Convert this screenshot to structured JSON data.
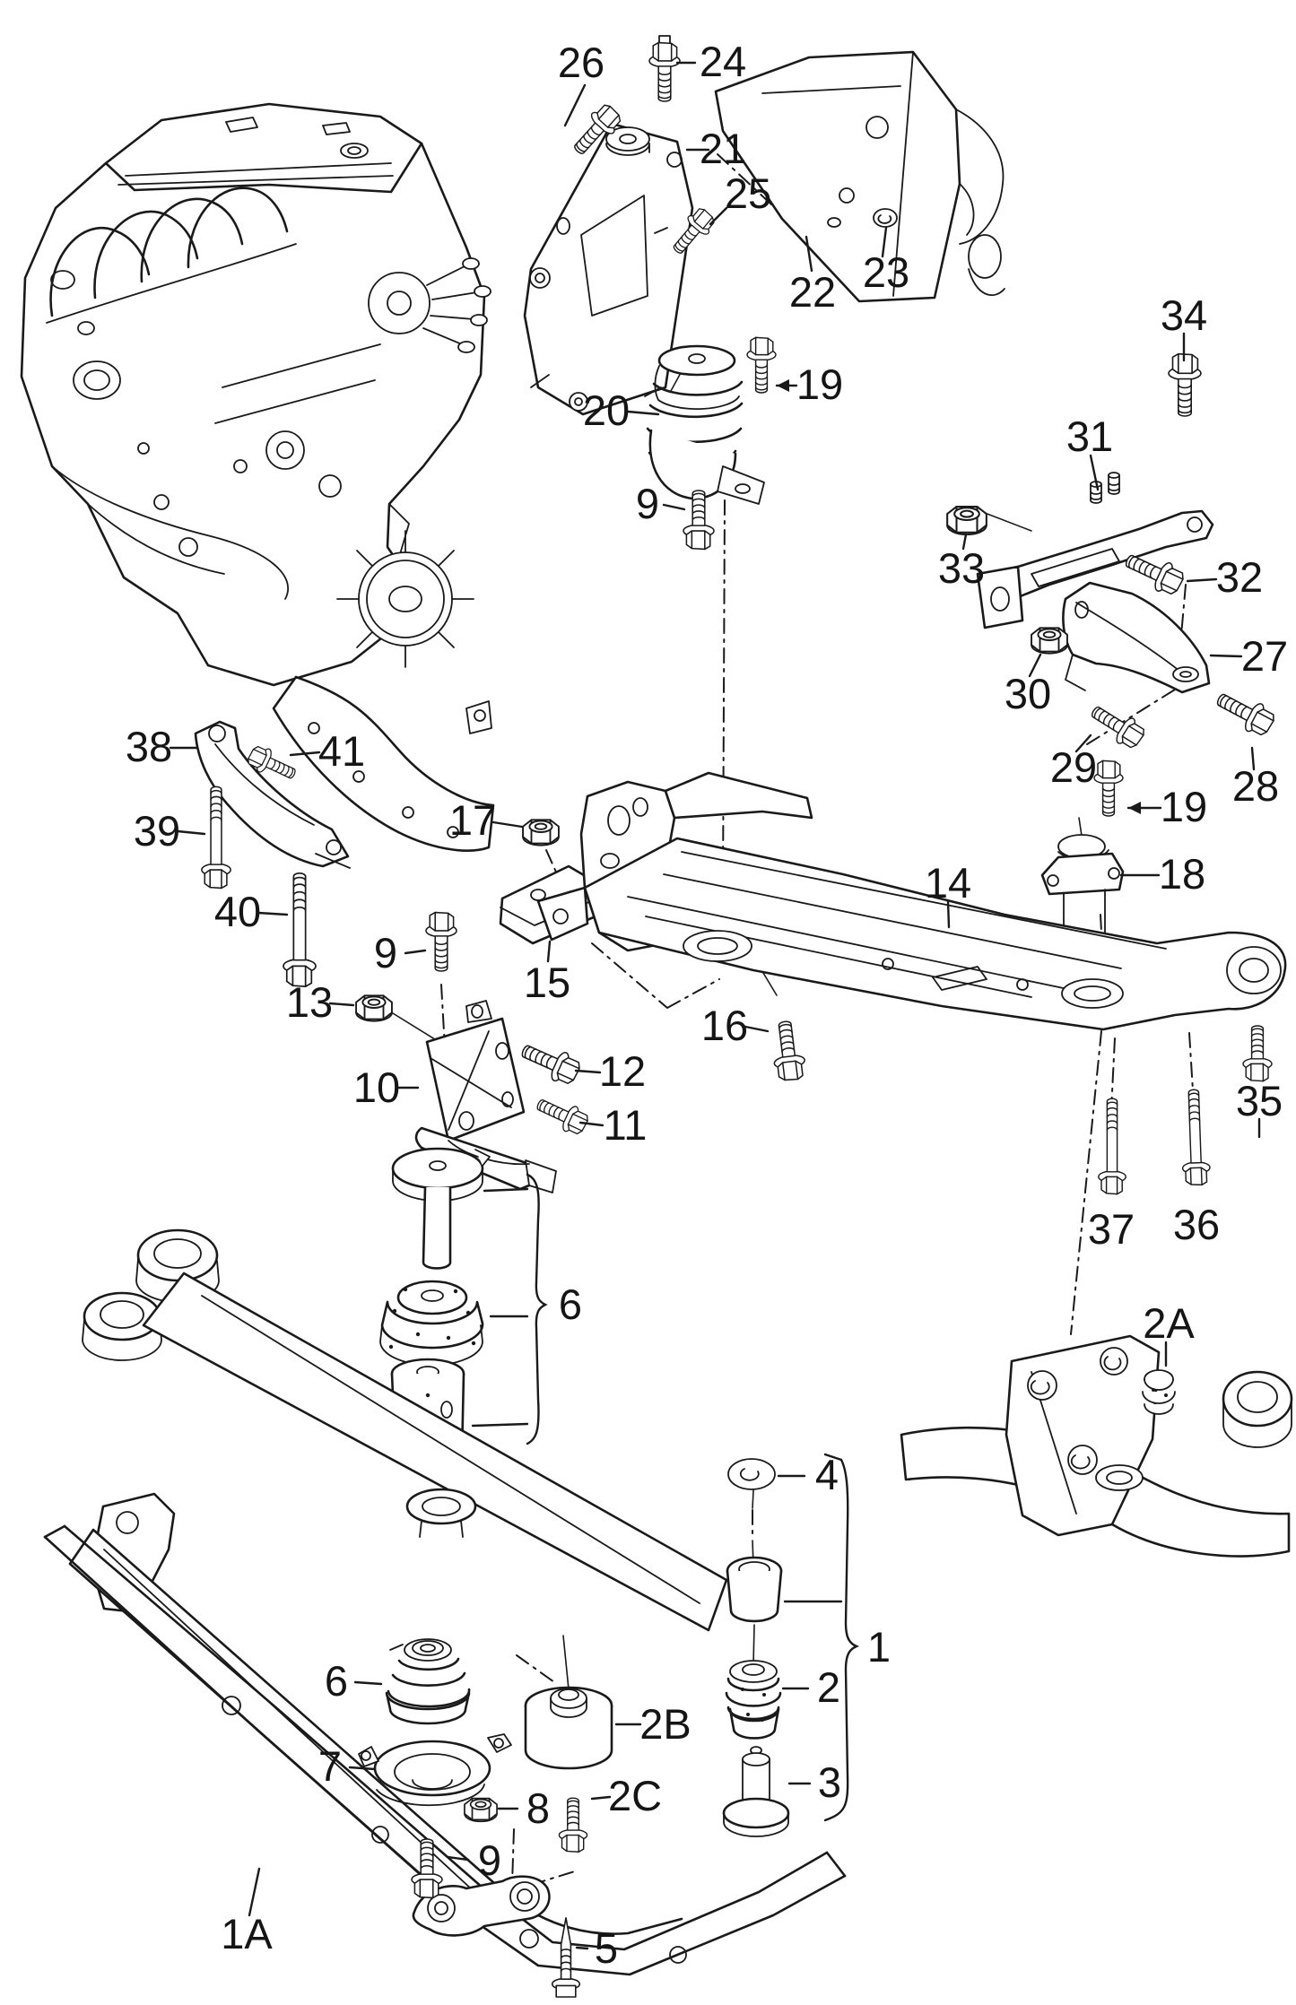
{
  "figure": {
    "colors": {
      "background": "#ffffff",
      "ink": "#1a1a1a"
    }
  },
  "callouts": {
    "c26": "26",
    "c24": "24",
    "c21": "21",
    "c25": "25",
    "c22": "22",
    "c23": "23",
    "c34": "34",
    "c31": "31",
    "c33": "33",
    "c32": "32",
    "c30": "30",
    "c27": "27",
    "c29": "29",
    "c28": "28",
    "c20": "20",
    "c19a": "19",
    "c9a": "9",
    "c38": "38",
    "c41": "41",
    "c39": "39",
    "c40": "40",
    "c17": "17",
    "c15": "15",
    "c16": "16",
    "c14": "14",
    "c9b": "9",
    "c13": "13",
    "c10": "10",
    "c12": "12",
    "c11": "11",
    "c19b": "19",
    "c18": "18",
    "c35": "35",
    "c36": "36",
    "c37": "37",
    "c6a": "6",
    "c2A": "2A",
    "c4": "4",
    "c1": "1",
    "c2": "2",
    "c3": "3",
    "c6b": "6",
    "c7": "7",
    "c2B": "2B",
    "c8": "8",
    "c2C": "2C",
    "c9c": "9",
    "c1A": "1A",
    "c5": "5"
  }
}
